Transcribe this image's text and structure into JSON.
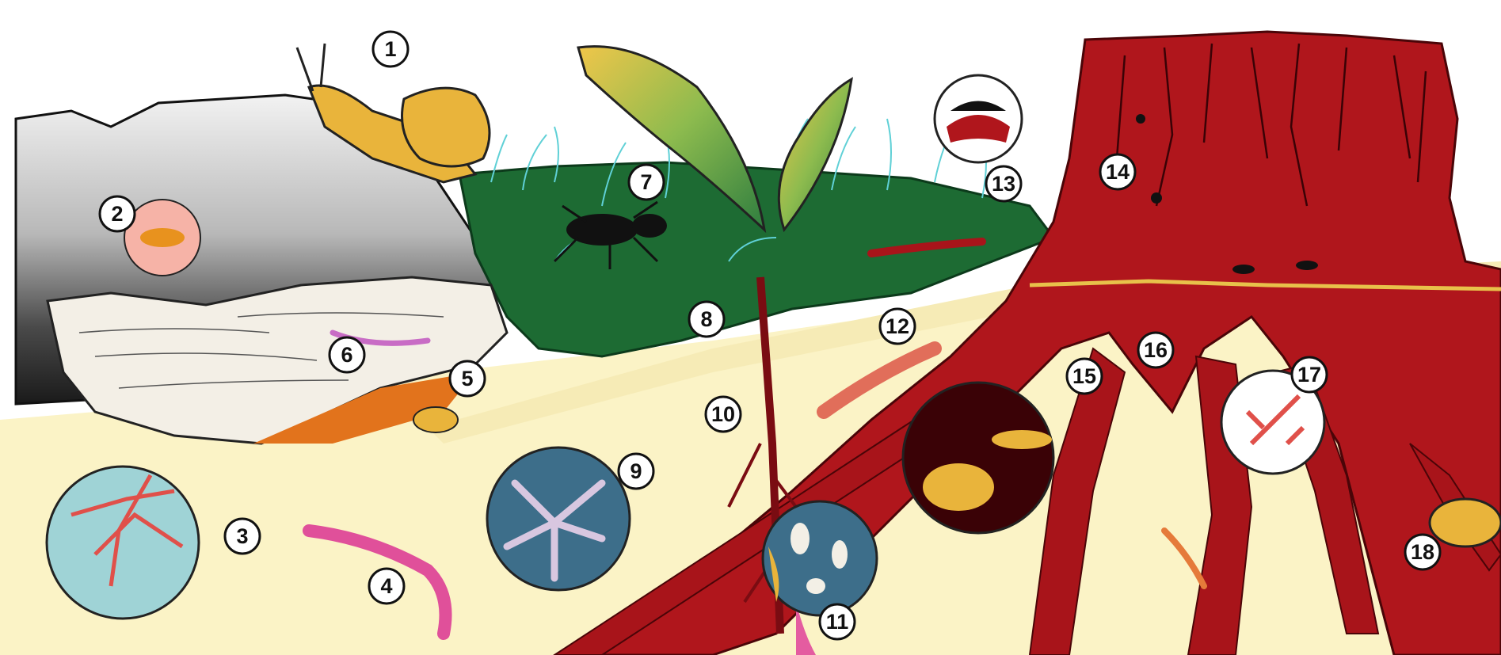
{
  "diagram": {
    "type": "soil-food-web-illustration",
    "labels": [
      "1",
      "2",
      "3",
      "4",
      "5",
      "6",
      "7",
      "8",
      "9",
      "10",
      "11",
      "12",
      "13",
      "14",
      "15",
      "16",
      "17",
      "18"
    ],
    "colors": {
      "soil": "#fbf3c6",
      "root": "#a8141a",
      "stump": "#b0161c",
      "grass": "#1d6b33",
      "snail": "#e9b43b",
      "rock_light": "#e9e9e9",
      "rock_dark": "#3a3a3a",
      "log": "#f3efe6",
      "earthworm": "#e0509a",
      "fungal_bg": "#3d6e8a",
      "label_fill": "#ffffff"
    }
  }
}
